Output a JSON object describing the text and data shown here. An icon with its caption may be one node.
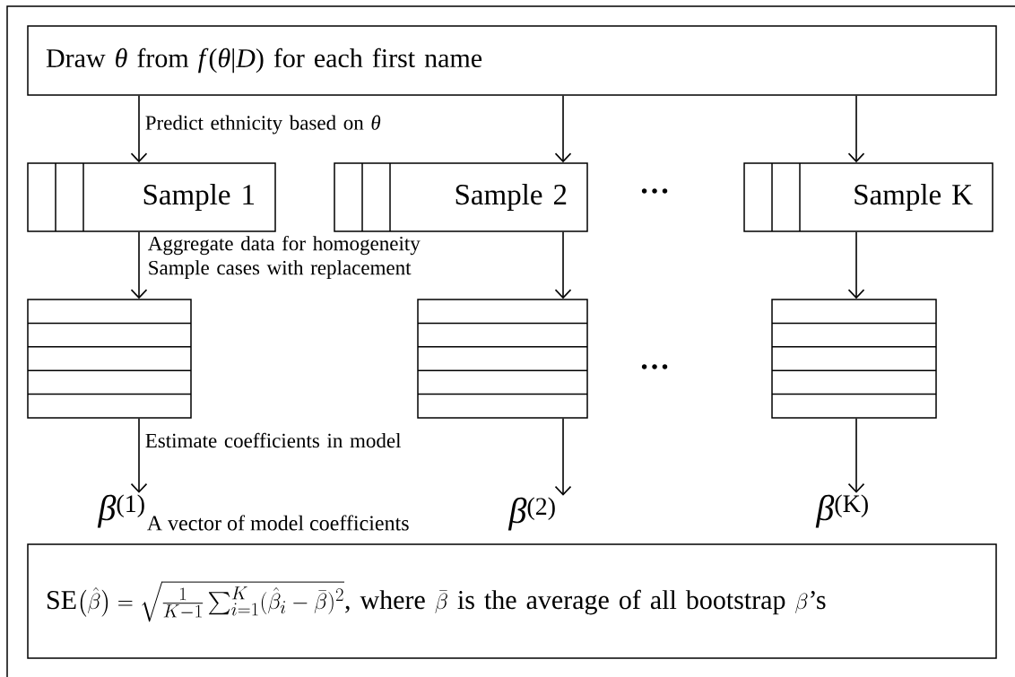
{
  "diagram": {
    "nodes": [
      {
        "text": [
          "Draw *θ* from *f*(*θ*|*D*) for each first name"
        ]
      },
      {
        "text": [
          "Sample 1"
        ]
      },
      {
        "text": [
          "Sample 2"
        ]
      },
      {
        "text": [
          "Sample K"
        ]
      },
      {
        "text": [],
        "shape": "box"
      },
      {
        "text": [],
        "shape": "box"
      },
      {
        "text": [],
        "shape": "box"
      },
      {
        "text": [
          "*β*$^{(1)}$"
        ],
        "beside": [
          "A vector of model coefficients"
        ]
      },
      {
        "text": [
          "*β*$^{(2)}$"
        ]
      },
      {
        "text": [
          "*β*$^{(K)}$"
        ]
      },
      {
        "text": [
          "\\mathrm{SE}\\bigl(\\hat{\\beta}\\bigr)=\\sqrt{\\tfrac{1}{K-1}\\textstyle\\sum_{i=1}^{K}(\\hat{\\beta}_i-\\bar{\\beta})^2}\\mbox{, where }\\bar{\\beta}\\mbox{ is the average of all bootstrap }\\beta\\mbox{'s}"
        ]
      }
    ],
    "edges": [
      {
        "from": 0,
        "to": 1,
        "arrow": "to",
        "label": "Predict ethnicity based on *θ*"
      },
      {
        "from": 0,
        "to": 2,
        "arrow": "to"
      },
      {
        "from": 0,
        "to": 3,
        "arrow": "to"
      },
      {
        "from": 1,
        "to": 4,
        "arrow": "to",
        "label": "Aggregate data for homogeneity Sample cases with replacement"
      },
      {
        "from": 2,
        "to": 5,
        "arrow": "to"
      },
      {
        "from": 3,
        "to": 6,
        "arrow": "to"
      },
      {
        "from": 4,
        "to": 7,
        "arrow": "to",
        "label": "Estimate coefficients in model"
      },
      {
        "from": 5,
        "to": 8,
        "arrow": "to"
      },
      {
        "from": 6,
        "to": 9,
        "arrow": "to"
      }
    ],
    "labels": [
      "…",
      "…"
    ]
  }
}
